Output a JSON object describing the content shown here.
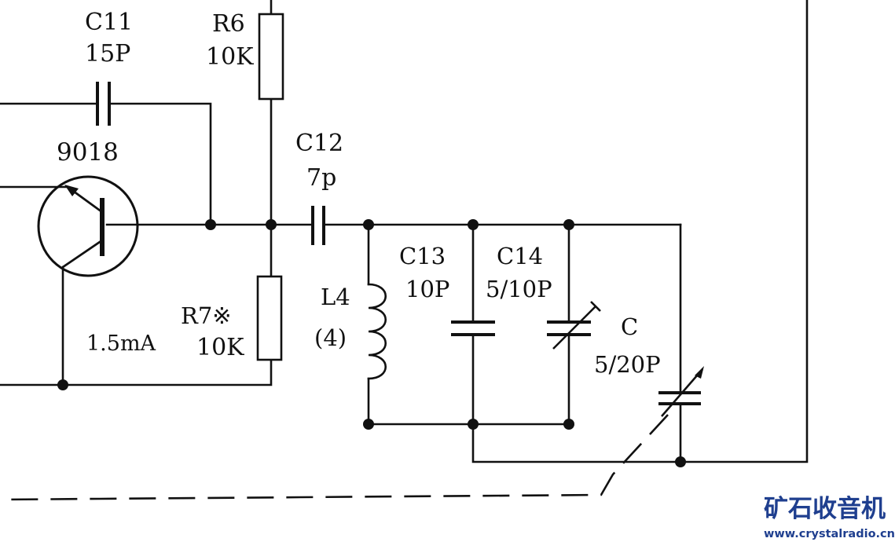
{
  "components": {
    "c11": {
      "ref": "C11",
      "value": "15P"
    },
    "r6": {
      "ref": "R6",
      "value": "10K"
    },
    "c12": {
      "ref": "C12",
      "value": "7p"
    },
    "transistor": {
      "ref": "9018"
    },
    "current": {
      "text": "1.5mA"
    },
    "r7": {
      "ref": "R7※",
      "value": "10K"
    },
    "l4": {
      "ref": "L4",
      "value": "(4)"
    },
    "c13": {
      "ref": "C13",
      "value": "10P"
    },
    "c14": {
      "ref": "C14",
      "value": "5/10P"
    },
    "c": {
      "ref": "C",
      "value": "5/20P"
    }
  },
  "watermark": {
    "title": "矿石收音机",
    "url": "www.crystalradio.cn"
  },
  "colors": {
    "ink": "#111111",
    "watermark": "#1f3f8f"
  }
}
